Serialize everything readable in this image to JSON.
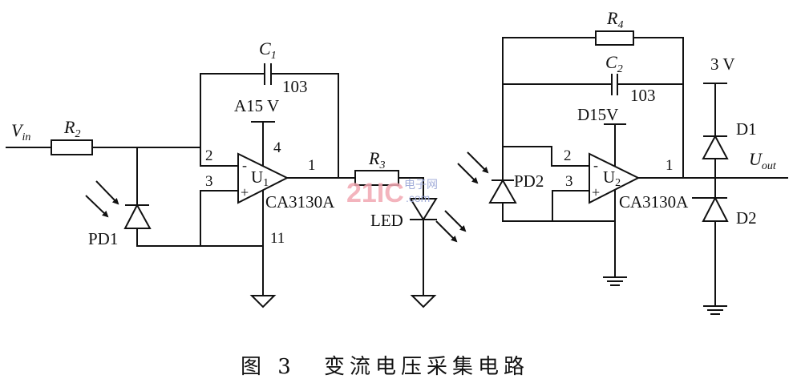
{
  "figure": {
    "caption_number": "图 3",
    "caption_title": "变流电压采集电路"
  },
  "left_circuit": {
    "input": {
      "name": "V",
      "sub": "in"
    },
    "r2": {
      "name": "R",
      "sub": "2"
    },
    "c1": {
      "name": "C",
      "sub": "1",
      "value": "103"
    },
    "supply": "A15 V",
    "opamp": {
      "name": "U",
      "sub": "1",
      "part": "CA3130A",
      "minus": "-",
      "plus": "+"
    },
    "pins": {
      "inv": "2",
      "noninv": "3",
      "vplus": "4",
      "out": "1",
      "gnd": "11"
    },
    "photodiode": "PD1",
    "r3": {
      "name": "R",
      "sub": "3"
    },
    "led": "LED"
  },
  "right_circuit": {
    "r4": {
      "name": "R",
      "sub": "4"
    },
    "c2": {
      "name": "C",
      "sub": "2",
      "value": "103"
    },
    "supply": "D15V",
    "opamp": {
      "name": "U",
      "sub": "2",
      "part": "CA3130A",
      "minus": "-",
      "plus": "+"
    },
    "pins": {
      "inv": "2",
      "noninv": "3",
      "out": "1"
    },
    "photodiode": "PD2",
    "clamp_supply": "3 V",
    "d1": "D1",
    "d2": "D2",
    "output": {
      "name": "U",
      "sub": "out"
    }
  },
  "watermark": {
    "brand": "21IC",
    "cn": "电子网",
    "domain": ".com"
  }
}
